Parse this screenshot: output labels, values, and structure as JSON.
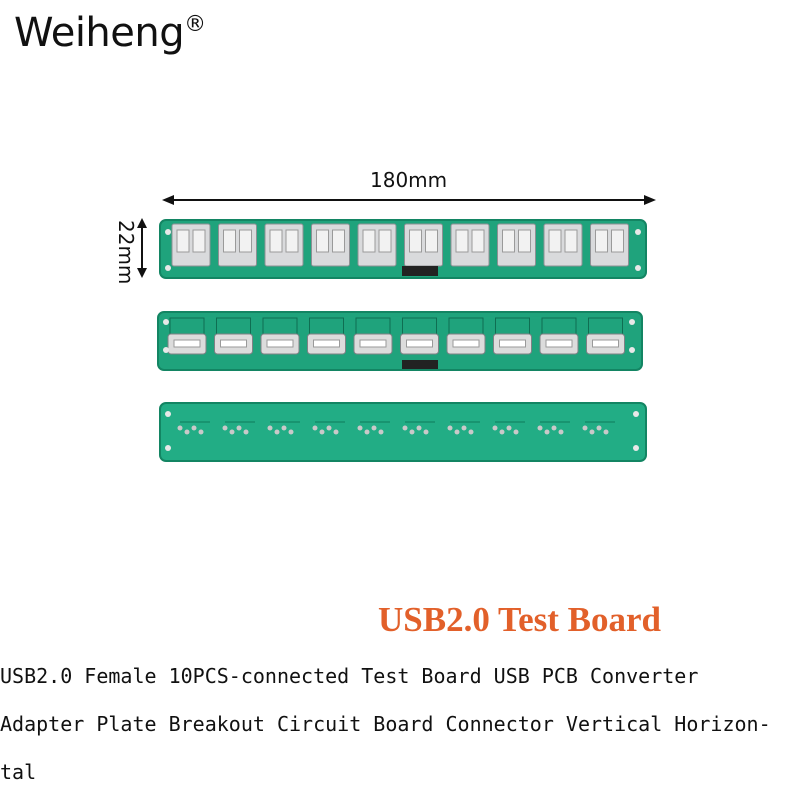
{
  "brand": {
    "name": "Weiheng",
    "mark": "®"
  },
  "dimensions": {
    "length": "180mm",
    "width": "22mm"
  },
  "product_label": "USB2.0 Test Board",
  "description_lines": [
    "USB2.0 Female 10PCS-connected Test Board USB PCB Converter",
    "Adapter Plate Breakout Circuit Board Connector Vertical Horizon-",
    "tal"
  ],
  "colors": {
    "pcb": "#1fa37c",
    "pcb_edge": "#138563",
    "title": "#e2602a"
  }
}
